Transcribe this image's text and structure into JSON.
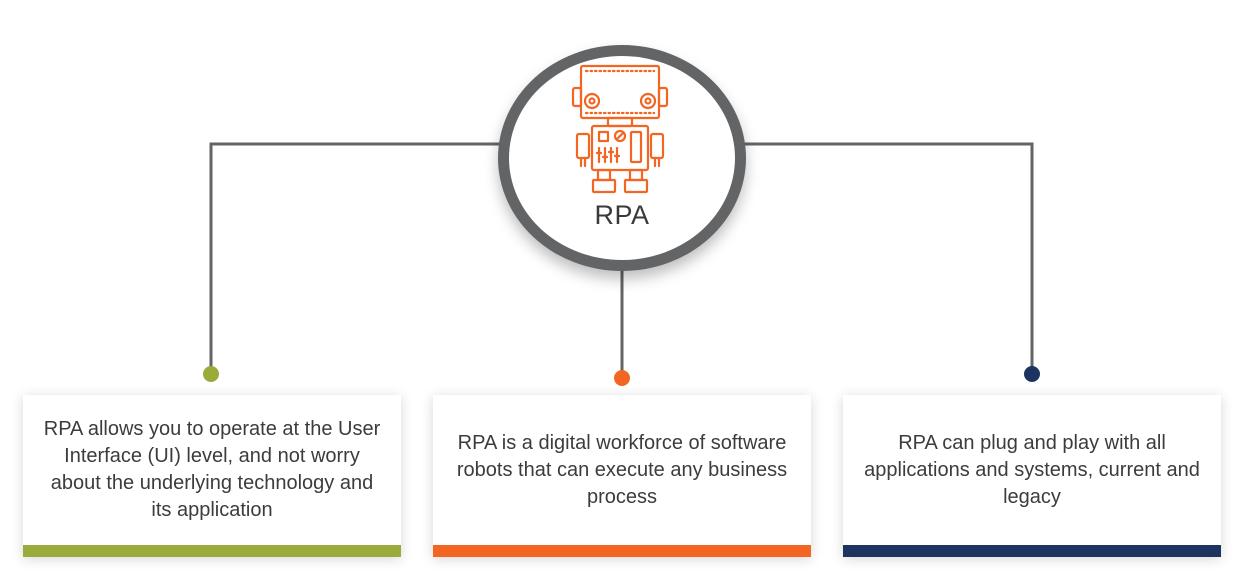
{
  "hub": {
    "label": "RPA",
    "icon": "robot-icon",
    "icon_color": "#f26522",
    "ring_color": "#636466"
  },
  "connector_color": "#636466",
  "cards": [
    {
      "text": "RPA allows you to operate at the User Interface (UI) level, and not worry about the underlying technology and its application",
      "accent": "#9aaa3b"
    },
    {
      "text": "RPA is a digital workforce of software robots that can execute any business process",
      "accent": "#f26522"
    },
    {
      "text": "RPA can plug and play with all applications and systems, current and legacy",
      "accent": "#1d3461"
    }
  ]
}
